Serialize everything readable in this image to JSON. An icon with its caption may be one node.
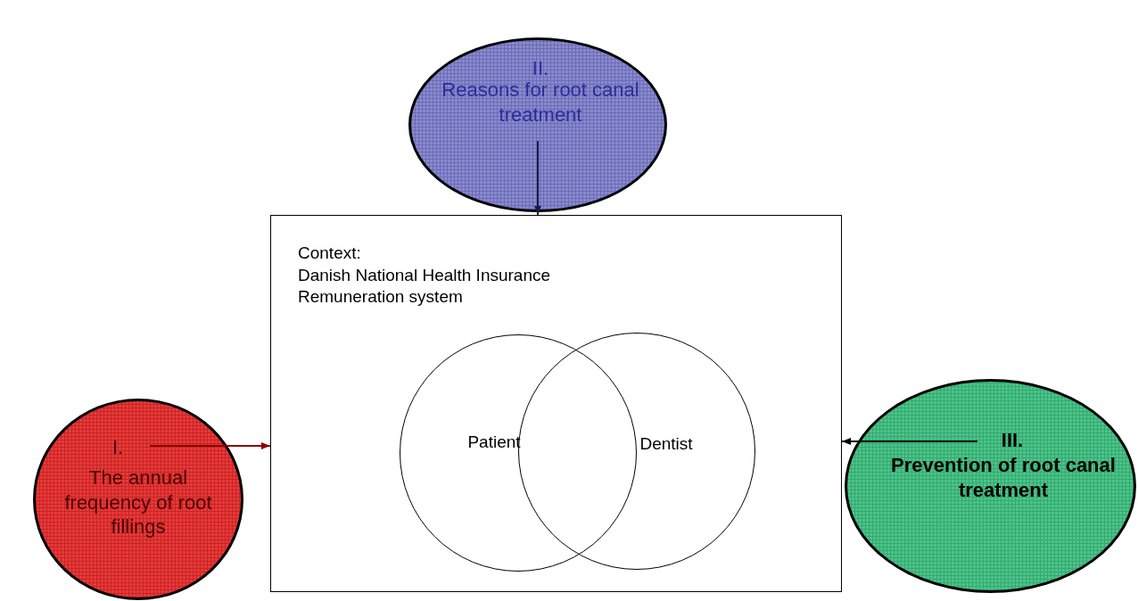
{
  "diagram": {
    "nodes": [
      {
        "text": [
          "II.",
          "Reasons for root canal treatment"
        ]
      },
      {
        "text": [
          "Context:",
          "Danish National Health Insurance Remuneration system"
        ]
      },
      {
        "text": [
          "Patient"
        ],
        "in": 1
      },
      {
        "text": [
          "Dentist"
        ],
        "in": 1
      },
      {
        "text": [
          "I.",
          "The annual frequency of root fillings"
        ]
      },
      {
        "text": [
          "III.",
          "Prevention of root canal treatment"
        ]
      }
    ],
    "edges": [
      {
        "from": 0,
        "to": 1,
        "arrow": "to",
        "color": "#1a1a4a"
      },
      {
        "from": 4,
        "to": 1,
        "arrow": "to",
        "color": "#8b0000"
      },
      {
        "from": 5,
        "to": 1,
        "arrow": "to",
        "color": "#000000"
      }
    ]
  }
}
